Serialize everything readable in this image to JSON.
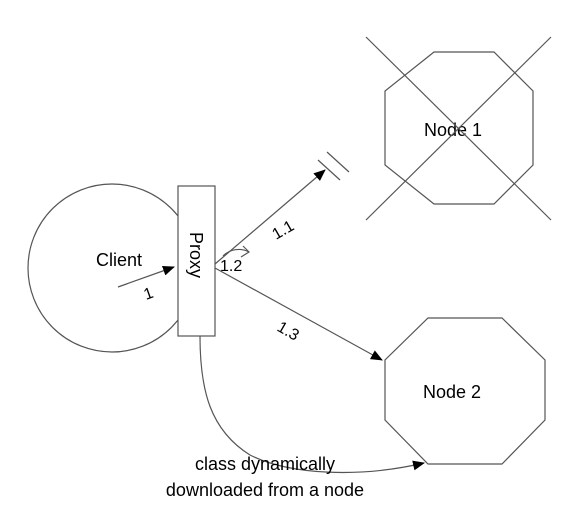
{
  "diagram": {
    "client_label": "Client",
    "proxy_label": "Proxy",
    "node1_label": "Node 1",
    "node2_label": "Node 2",
    "steps": {
      "s1": "1",
      "s11": "1.1",
      "s12": "1.2",
      "s13": "1.3"
    },
    "caption_line1": "class dynamically",
    "caption_line2": "downloaded from a node"
  },
  "node1_state": "crossed-out"
}
